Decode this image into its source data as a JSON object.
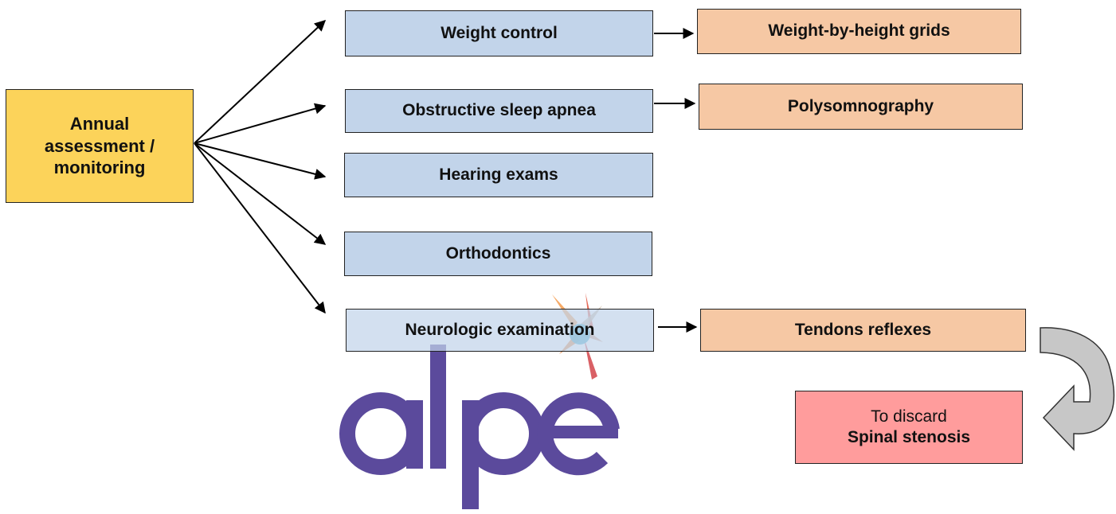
{
  "root": {
    "line1": "Annual",
    "line2": "assessment /",
    "line3": "monitoring"
  },
  "assessments": [
    {
      "label": "Weight control"
    },
    {
      "label": "Obstructive sleep apnea"
    },
    {
      "label": "Hearing exams"
    },
    {
      "label": "Orthodontics"
    },
    {
      "label": "Neurologic examination"
    }
  ],
  "methods": {
    "weight": "Weight-by-height grids",
    "sleep": "Polysomnography",
    "neuro": "Tendons reflexes"
  },
  "outcome": {
    "line1": "To discard",
    "line2": "Spinal stenosis"
  },
  "logo": {
    "text": "alpe"
  },
  "colors": {
    "assessment_fill": "#c2d4ea",
    "method_fill": "#f6c8a4",
    "root_fill": "#fcd35a",
    "outcome_fill": "#ff9c9c",
    "logo_purple": "#5b4a9c"
  }
}
